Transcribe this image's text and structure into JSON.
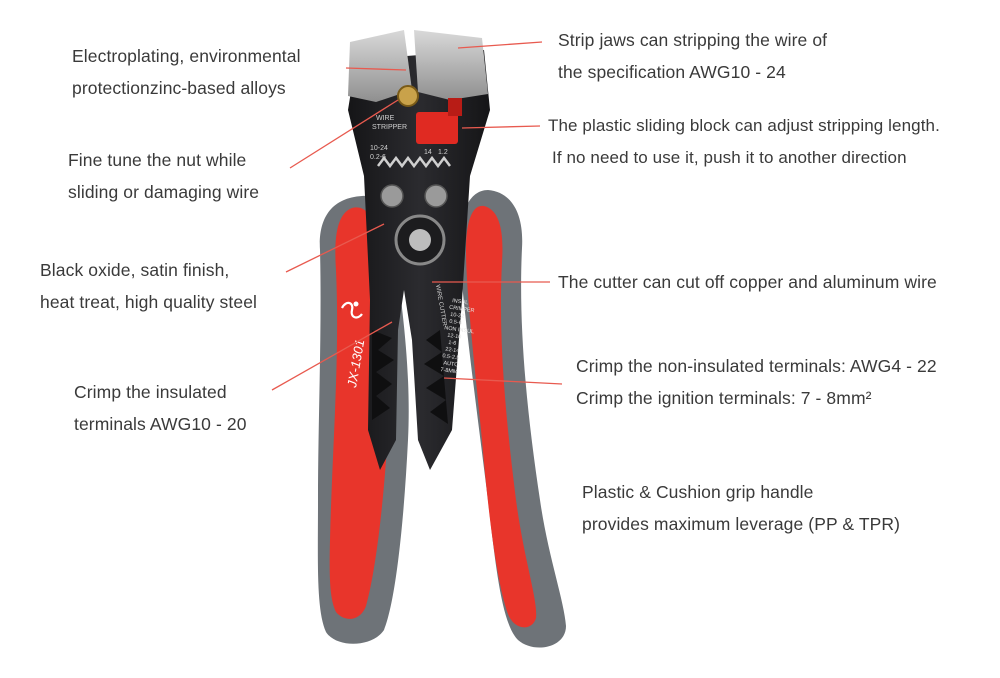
{
  "product": {
    "model_mark": "JX-1301",
    "jaw_stamp_lines": [
      "WIRE",
      "STRIPPER",
      "10-24",
      "0.2-6"
    ],
    "gauge_marks": [
      "14",
      "1.2"
    ],
    "cutter_mark": "WIRE CUTTER",
    "crimper_marks": [
      "INSUL",
      "CRIMPER",
      "10-22",
      "0.5-6",
      "NON INSUL",
      "12-10",
      "1-6",
      "22-14",
      "0.5-2.5",
      "AUTO",
      "7-8MM"
    ]
  },
  "colors": {
    "handle_red": "#e8352b",
    "handle_grey": "#6e7378",
    "steel_dark": "#1f1f22",
    "jaw_silver": "#b8b8b8",
    "callout_line": "#e85a4f",
    "text": "#3a3a3a"
  },
  "callouts": [
    {
      "id": "electroplating",
      "lines": [
        "Electroplating, environmental",
        "protectionzinc-based alloys"
      ]
    },
    {
      "id": "strip-jaws",
      "lines": [
        "Strip  jaws can stripping the wire of",
        "the specification AWG10 - 24"
      ]
    },
    {
      "id": "sliding-block",
      "lines": [
        "The plastic sliding block can adjust stripping length.",
        "If no need to use it, push it to another direction"
      ]
    },
    {
      "id": "fine-tune",
      "lines": [
        "Fine tune the nut while",
        "sliding or damaging wire"
      ]
    },
    {
      "id": "black-oxide",
      "lines": [
        "Black oxide, satin finish,",
        "heat treat, high quality steel"
      ]
    },
    {
      "id": "cutter",
      "lines": [
        "The cutter can cut off copper and aluminum wire"
      ]
    },
    {
      "id": "crimp-insulated",
      "lines": [
        "Crimp the insulated",
        "terminals AWG10 - 20"
      ]
    },
    {
      "id": "crimp-non-insulated",
      "lines": [
        "Crimp the non-insulated terminals: AWG4 - 22",
        "Crimp the ignition terminals: 7 - 8mm²"
      ]
    },
    {
      "id": "grip-handle",
      "lines": [
        "Plastic & Cushion grip handle",
        "provides maximum leverage (PP & TPR)"
      ]
    }
  ]
}
